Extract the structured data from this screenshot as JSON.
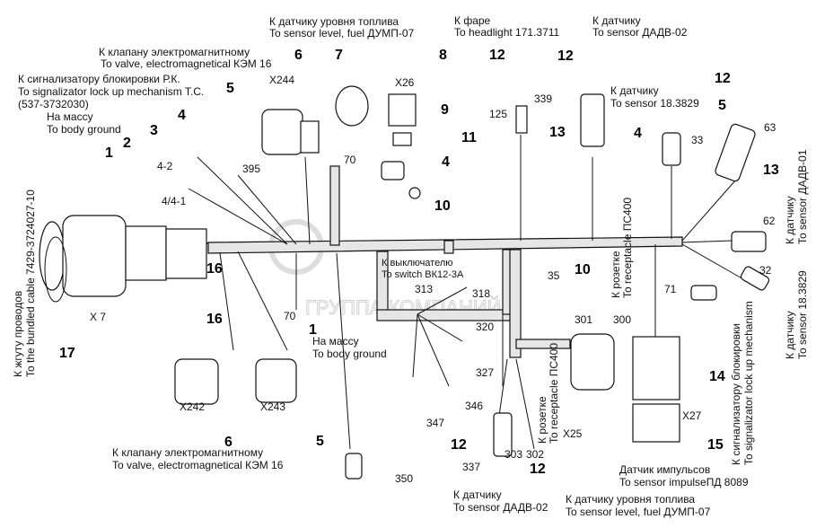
{
  "labels": {
    "fuel_top_ru": "К датчику уровня топлива",
    "fuel_top_en": "To sensor level, fuel ДУМП-07",
    "valve_top_ru": "К клапану электромагнитному",
    "valve_top_en": "To valve, electromagnetical КЭМ 16",
    "signal_ru": "К сигнализатору блокировки Р.К.",
    "signal_en": "To signalizator lock up mechanism T.C.",
    "signal_code": "(537-3732030)",
    "ground1_ru": "На массу",
    "ground1_en": "To body ground",
    "headlight_ru": "К фаре",
    "headlight_en": "To headlight 171.3711",
    "dadv02_top_ru": "К датчику",
    "dadv02_top_en": "To sensor ДАДВ-02",
    "s18_ru": "К датчику",
    "s18_en": "To sensor 18.3829",
    "switch_ru": "К выключателю",
    "switch_en": "To switch ВК12-3А",
    "ground2_ru": "На массу",
    "ground2_en": "To body ground",
    "valve_bot_ru": "К клапану электромагнитному",
    "valve_bot_en": "To valve, electromagnetical КЭМ 16",
    "dadv02_bot_ru": "К датчику",
    "dadv02_bot_en": "To sensor ДАДВ-02",
    "fuel_bot_ru": "К датчику уровня топлива",
    "fuel_bot_en": "To sensor level, fuel ДУМП-07",
    "impulse_ru": "Датчик импульсов",
    "impulse_en": "To sensor impulseПД 8089"
  },
  "vertical_labels": {
    "bundled_ru": "К жгуту проводов",
    "bundled_en": "To the bundled cable 7429-3724027-10",
    "dadv01_ru": "К датчику",
    "dadv01_en": "To sensor ДАДВ-01",
    "s18r_ru": "К датчику",
    "s18r_en": "To sensor 18.3829",
    "signalr_ru": "К сигнализатору блокировки",
    "signalr_en": "To signalizator lock up mechanism",
    "recept1_ru": "К розетке",
    "recept1_en": "To receptacle ПС400",
    "recept2_ru": "К розетке",
    "recept2_en": "To receptacle ПС400"
  },
  "connectors": {
    "x7": "X 7",
    "x242": "X242",
    "x243": "X243",
    "x244": "X244",
    "x26": "X26",
    "x25": "X25",
    "x27": "X27"
  },
  "callouts": [
    "1",
    "2",
    "3",
    "4",
    "5",
    "6",
    "7",
    "8",
    "9",
    "12",
    "12",
    "12",
    "5",
    "13",
    "11",
    "4",
    "4",
    "10",
    "13",
    "16",
    "16",
    "17",
    "1",
    "10",
    "14",
    "15",
    "6",
    "12",
    "5",
    "12"
  ],
  "wires": [
    "4-2",
    "4/4-1",
    "395",
    "70",
    "125",
    "339",
    "63",
    "33",
    "62",
    "32",
    "71",
    "35",
    "313",
    "318",
    "320",
    "70",
    "327",
    "346",
    "347",
    "350",
    "337",
    "303",
    "302",
    "301",
    "300"
  ],
  "watermark": "ГРУППА КОМПАНИЙ"
}
